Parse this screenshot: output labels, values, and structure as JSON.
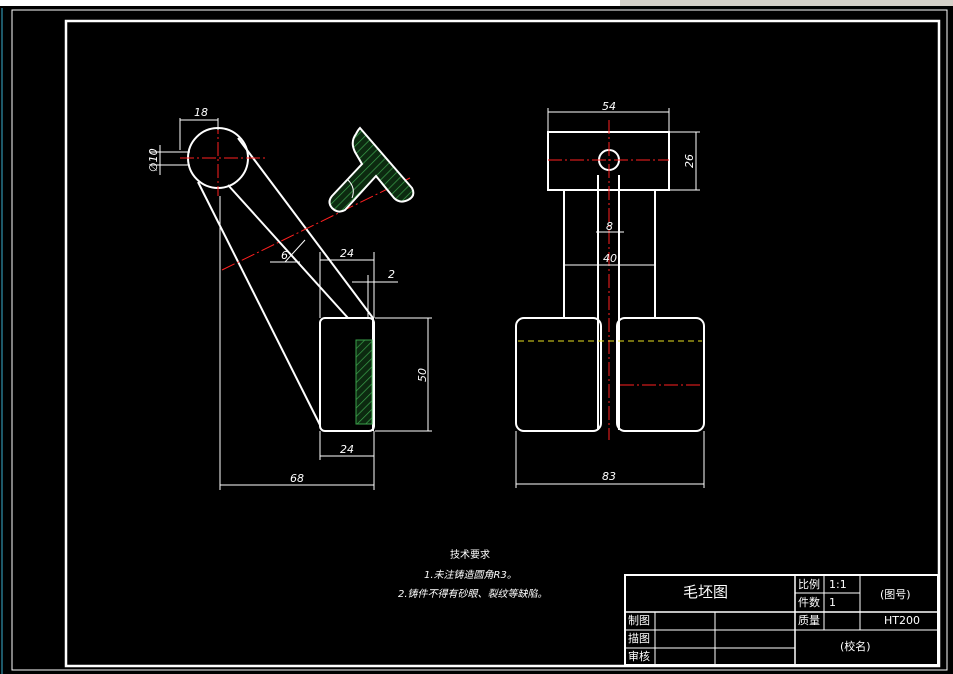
{
  "drawing": {
    "dimensions": {
      "d18": "18",
      "d10": "∅10",
      "d6": "6",
      "d24_top": "24",
      "d2": "2",
      "d50": "50",
      "d24_bottom": "24",
      "d68": "68",
      "d54": "54",
      "d26": "26",
      "d8": "8",
      "d40": "40",
      "d83": "83"
    },
    "notes": {
      "heading": "技术要求",
      "line1": "1.未注铸造圆角R3。",
      "line2": "2.铸件不得有砂眼、裂纹等缺陷。"
    }
  },
  "title_block": {
    "title": "毛坯图",
    "scale_label": "比例",
    "scale_value": "1:1",
    "count_label": "件数",
    "count_value": "1",
    "weight_label": "质量",
    "drawing_no": "(图号)",
    "material": "HT200",
    "drawn_label": "制图",
    "traced_label": "描图",
    "checked_label": "审核",
    "school": "(校名)"
  },
  "colors": {
    "background": "#000000",
    "lines": "#ffffff",
    "center_line": "#ff2020",
    "hatch": "#3aa04a",
    "dashed_yellow": "#e8e020"
  }
}
